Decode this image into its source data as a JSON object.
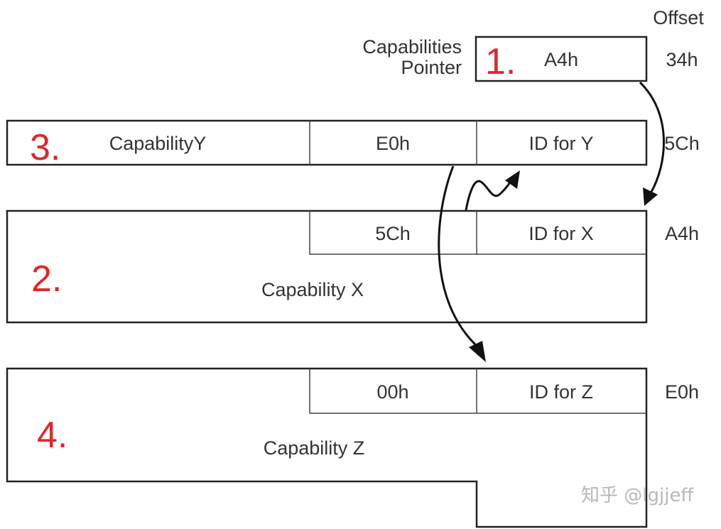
{
  "offset_header": "Offset",
  "pointer": {
    "label_line1": "Capabilities",
    "label_line2": "Pointer",
    "step": "1.",
    "value": "A4h",
    "offset": "34h"
  },
  "capability_y": {
    "step": "3.",
    "name": "CapabilityY",
    "next": "E0h",
    "id": "ID for Y",
    "offset": "5Ch"
  },
  "capability_x": {
    "step": "2.",
    "name": "Capability X",
    "next": "5Ch",
    "id": "ID for X",
    "offset": "A4h"
  },
  "capability_z": {
    "step": "4.",
    "name": "Capability Z",
    "next": "00h",
    "id": "ID for Z",
    "offset": "E0h"
  },
  "watermark": "知乎 @lgjjeff",
  "colors": {
    "step_number": "#e0262a",
    "line": "#222222",
    "text": "#333333"
  }
}
